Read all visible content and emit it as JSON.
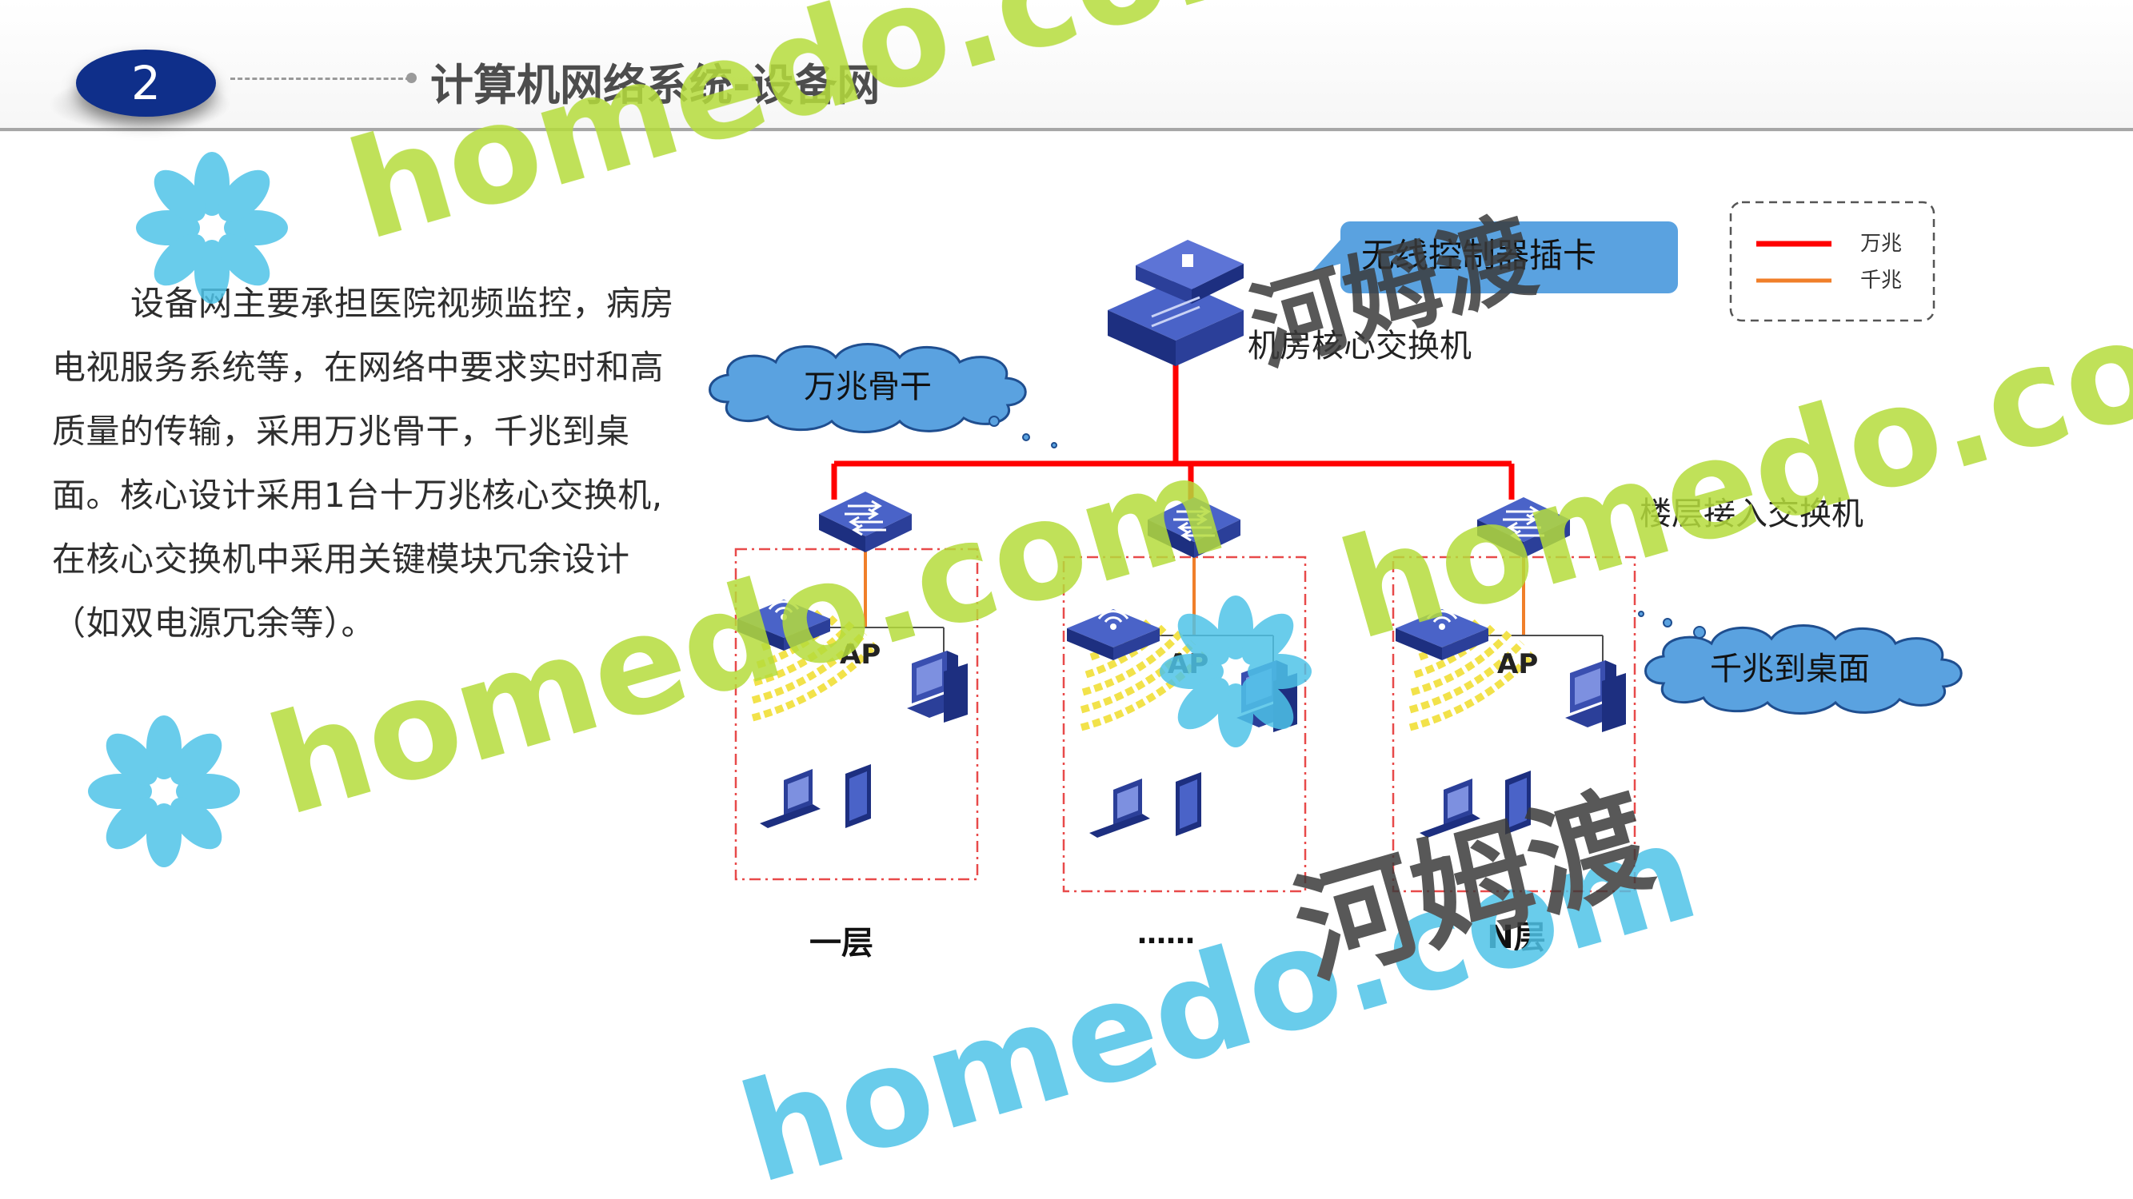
{
  "header": {
    "section_number": "2",
    "title": "计算机网络系统-设备网"
  },
  "body_text": "设备网主要承担医院视频监控，病房电视服务系统等，在网络中要求实时和高质量的传输，采用万兆骨干，千兆到桌面。核心设计采用1台十万兆核心交换机,在核心交换机中采用关键模块冗余设计（如双电源冗余等）。",
  "diagram": {
    "wireless_callout": "无线控制器插卡",
    "core_switch_label": "机房核心交换机",
    "backbone_cloud": "万兆骨干",
    "floor_switch_label": "楼层接入交换机",
    "desktop_cloud": "千兆到桌面",
    "ap_label": "AP",
    "floors": [
      "一层",
      "……",
      "N层"
    ],
    "legend": [
      {
        "label": "万兆",
        "color": "#ff0000"
      },
      {
        "label": "千兆",
        "color": "#f07f2a"
      }
    ]
  },
  "watermark": {
    "latin": "homedo.com",
    "chinese": "河姆渡",
    "colors": {
      "flower": "#4ec3e8",
      "home": "#b5dc3c",
      "com": "#4ec3e8",
      "chinese": "#3a3a3a"
    }
  }
}
